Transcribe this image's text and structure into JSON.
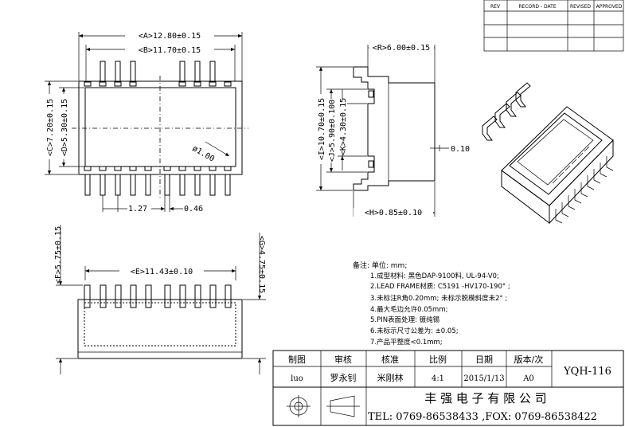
{
  "revision_table": {
    "headers": [
      "REV",
      "RECORD - DATE",
      "REVISED",
      "APPROVED"
    ]
  },
  "dimensions": {
    "A": "<A>12.80±0.15",
    "B": "<B>11.70±0.15",
    "C": "<C>7.20±0.15",
    "D": "<D>5.30±0.15",
    "pitch": "1.27",
    "pin_width": "0.46",
    "radius": "ø1.00",
    "R": "<R>6.00±0.15",
    "I": "<I>10.70±0.15",
    "J": "<J>5.90±0.100",
    "K": "<K>4.30±0.15",
    "H": "<H>0.85±0.10",
    "flat": "0.10",
    "E": "<E>11.43±0.10",
    "F": "<F>5.75±0.15",
    "G": "<G>4.75±0.15"
  },
  "notes": {
    "heading": "备注:    单位: mm;",
    "lines": [
      "1.成型材料: 黑色DAP-9100料, UL-94-V0;",
      "2.LEAD FRAME材质:  C5191 -HV170-190° ;",
      "3.未标注R角0.20mm; 未标示脱模斜度未2° ;",
      "4.最大毛边允许0.05mm;",
      "5.PIN表面处理: 镀纯锡",
      "6.未标示尺寸公差为: ±0.05;",
      "7.产品平整度<0.1mm;"
    ]
  },
  "title_block": {
    "headers": [
      "制图",
      "审核",
      "核准",
      "比例",
      "日期",
      "版本/次"
    ],
    "values": [
      "luo",
      "罗永钊",
      "米刚林",
      "4:1",
      "2015/1/13",
      "A0"
    ],
    "part_number": "YQH-116",
    "company": "丰 强 电 子 有 限 公 司",
    "contact": "TEL:  0769-86538433 ,FOX: 0769-86538422"
  }
}
